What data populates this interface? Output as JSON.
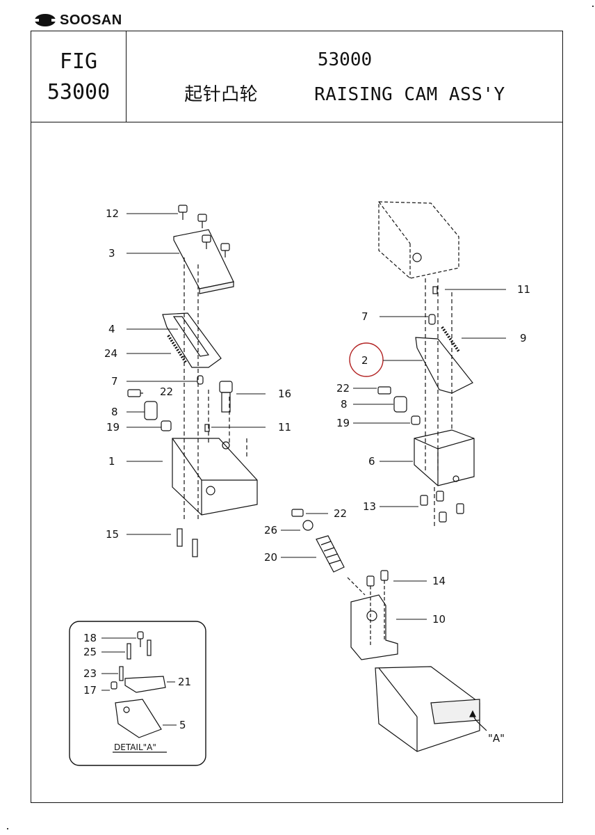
{
  "brand": {
    "name": "SOOSAN"
  },
  "header": {
    "fig_label": "FIG",
    "fig_number": "53000",
    "part_number": "53000",
    "title_zh": "起针凸轮",
    "title_en": "RAISING CAM ASS'Y"
  },
  "callouts": {
    "c12": "12",
    "c3": "3",
    "c4": "4",
    "c24": "24",
    "c7a": "7",
    "c22a": "22",
    "c16": "16",
    "c8a": "8",
    "c19a": "19",
    "c11a": "11",
    "c1": "1",
    "c15": "15",
    "c11b": "11",
    "c7b": "7",
    "c9": "9",
    "c2": "2",
    "c22b": "22",
    "c8b": "8",
    "c19b": "19",
    "c6": "6",
    "c13": "13",
    "c22c": "22",
    "c26": "26",
    "c20": "20",
    "c14": "14",
    "c10": "10",
    "cA": "\"A\"",
    "d18": "18",
    "d25": "25",
    "d23": "23",
    "d21": "21",
    "d17": "17",
    "d5": "5"
  },
  "detail": {
    "caption": "DETAIL\"A\""
  },
  "colors": {
    "ink": "#111111",
    "highlight": "#b22222"
  }
}
